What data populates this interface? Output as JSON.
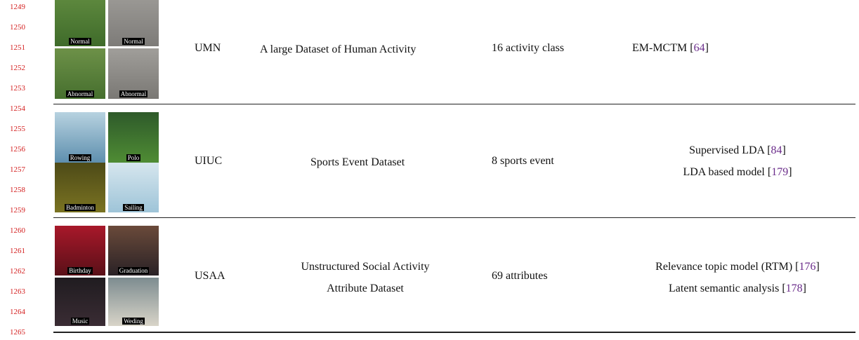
{
  "line_numbers": [
    "1249",
    "1250",
    "1251",
    "1252",
    "1253",
    "1254",
    "1255",
    "1256",
    "1257",
    "1258",
    "1259",
    "1260",
    "1261",
    "1262",
    "1263",
    "1264",
    "1265"
  ],
  "rows": [
    {
      "thumbnails": [
        "Normal",
        "Normal",
        "Abnormal",
        "Abnormal"
      ],
      "dataset": "UMN",
      "description": [
        "A large Dataset of Human Activity"
      ],
      "classes": "16 activity class",
      "methods": [
        {
          "text": "EM-MCTM [",
          "ref": "64",
          "end": "]"
        }
      ]
    },
    {
      "thumbnails": [
        "Rowing",
        "Polo",
        "Badminton",
        "Sailing"
      ],
      "dataset": "UIUC",
      "description": [
        "Sports Event Dataset"
      ],
      "classes": "8 sports event",
      "methods": [
        {
          "text": "Supervised LDA [",
          "ref": "84",
          "end": "]"
        },
        {
          "text": "LDA based model [",
          "ref": "179",
          "end": "]"
        }
      ]
    },
    {
      "thumbnails": [
        "Birthday",
        "Graduation",
        "Music",
        "Weding"
      ],
      "dataset": "USAA",
      "description": [
        "Unstructured Social Activity",
        "Attribute Dataset"
      ],
      "classes": "69 attributes",
      "methods": [
        {
          "text": "Relevance topic model (RTM) [",
          "ref": "176",
          "end": "]"
        },
        {
          "text": "Latent semantic analysis [",
          "ref": "178",
          "end": "]"
        }
      ]
    }
  ]
}
